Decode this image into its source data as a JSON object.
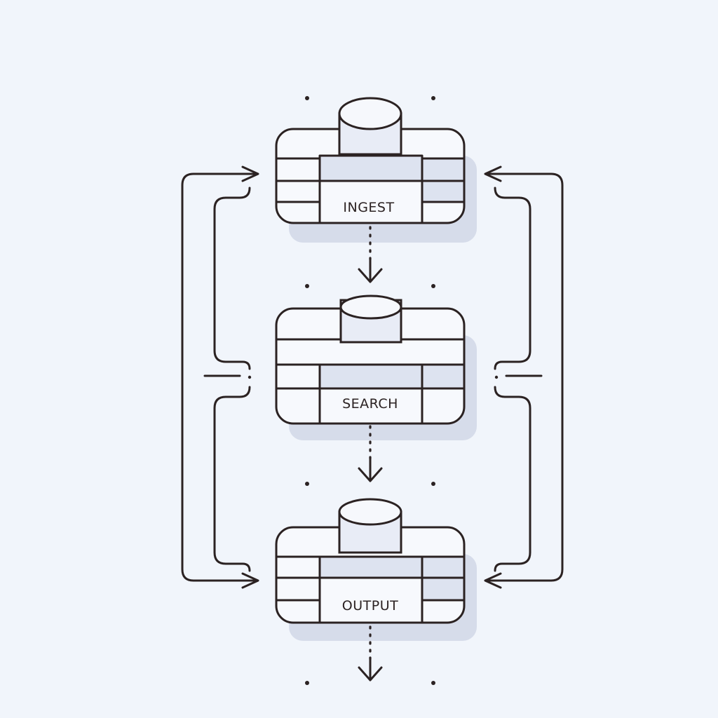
{
  "stages": [
    {
      "id": "ingest",
      "label": "INGEST"
    },
    {
      "id": "search",
      "label": "SEARCH"
    },
    {
      "id": "output",
      "label": "OUTPUT"
    }
  ],
  "icon": "database-stack-icon",
  "colors": {
    "background": "#f1f5fb",
    "stroke": "#2b2222",
    "shade": "#dde3f0",
    "shadow": "#d6dcea"
  }
}
